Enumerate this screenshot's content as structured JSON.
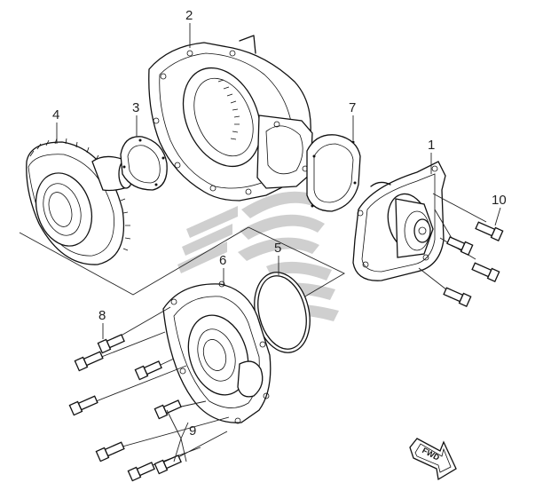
{
  "diagram": {
    "callouts": [
      {
        "id": "1",
        "label": "1"
      },
      {
        "id": "2",
        "label": "2"
      },
      {
        "id": "3",
        "label": "3"
      },
      {
        "id": "4",
        "label": "4"
      },
      {
        "id": "5",
        "label": "5"
      },
      {
        "id": "6",
        "label": "6"
      },
      {
        "id": "7",
        "label": "7"
      },
      {
        "id": "8",
        "label": "8"
      },
      {
        "id": "9",
        "label": "9"
      },
      {
        "id": "10",
        "label": "10"
      }
    ],
    "direction_arrow": {
      "label": "FWD"
    },
    "colors": {
      "line": "#111111",
      "watermark": "#cfcfcf",
      "background": "#ffffff"
    }
  }
}
